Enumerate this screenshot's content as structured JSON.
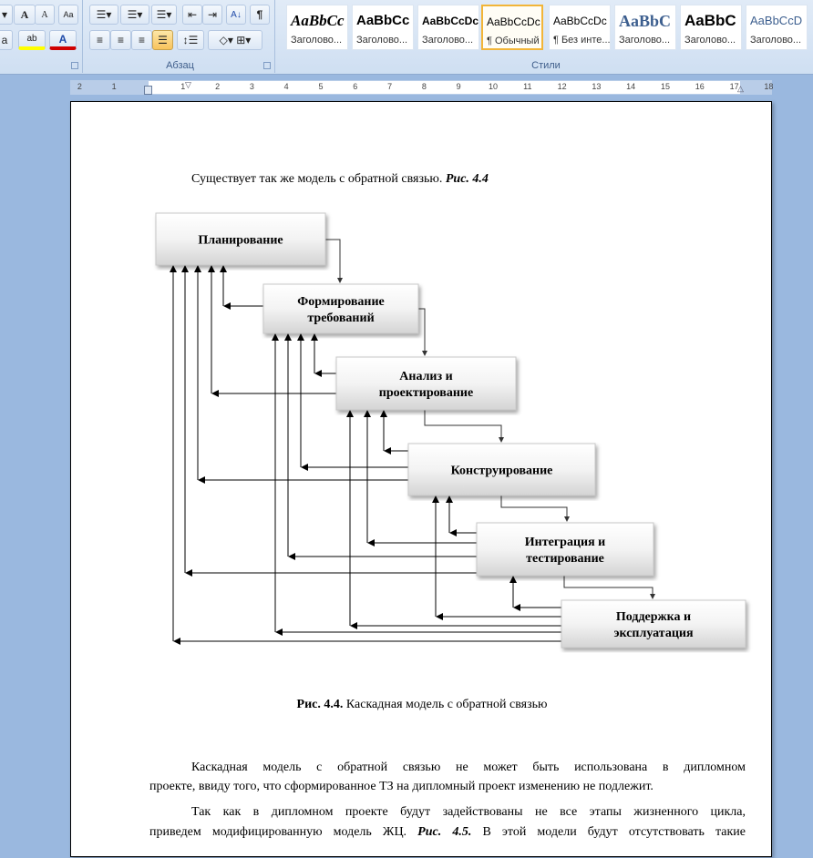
{
  "ribbon": {
    "font_group": {
      "grow": "A",
      "shrink": "A",
      "clear": "Aa",
      "font_dropdown": "a",
      "highlight": "ab",
      "font_color": "A"
    },
    "paragraph_group": {
      "label": "Абзац",
      "sort": "А↓",
      "pilcrow": "¶"
    },
    "styles_group": {
      "label": "Стили",
      "styles": [
        {
          "sample": "AaBbCc",
          "name": "Заголово..."
        },
        {
          "sample": "AaBbCc",
          "name": "Заголово..."
        },
        {
          "sample": "AaBbCcDc",
          "name": "Заголово..."
        },
        {
          "sample": "AaBbCcDc",
          "name": "¶ Обычный"
        },
        {
          "sample": "AaBbCcDc",
          "name": "¶ Без инте..."
        },
        {
          "sample": "AaBbC",
          "name": "Заголово..."
        },
        {
          "sample": "AaBbC",
          "name": "Заголово..."
        },
        {
          "sample": "AaBbCcD",
          "name": "Заголово..."
        }
      ]
    }
  },
  "ruler": {
    "numbers": [
      "2",
      "1",
      "1",
      "2",
      "3",
      "4",
      "5",
      "6",
      "7",
      "8",
      "9",
      "10",
      "11",
      "12",
      "13",
      "14",
      "15",
      "16",
      "17",
      "18"
    ]
  },
  "document": {
    "intro": "Существует так же модель с обратной связью.",
    "intro_ref": "Рис. 4.4",
    "diagram": {
      "boxes": [
        "Планирование",
        "Формирование требований",
        "Анализ и проектирование",
        "Конструирование",
        "Интеграция и тестирование",
        "Поддержка и эксплуатация"
      ]
    },
    "caption_bold": "Рис. 4.4.",
    "caption": "Каскадная модель с обратной связью",
    "para1_line1": "Каскадная модель с обратной связью не может быть использована в дипломном",
    "para1_line2": "проекте, ввиду того, что сформированное ТЗ на дипломный проект изменению не подлежит.",
    "para2_line1": "Так как в дипломном проекте будут задействованы не все этапы жизненного цикла,",
    "para2_line2_a": "приведем модифицированную модель ЖЦ.",
    "para2_ref": "Рис. 4.5.",
    "para2_line2_b": "В этой модели будут отсутствовать такие"
  }
}
